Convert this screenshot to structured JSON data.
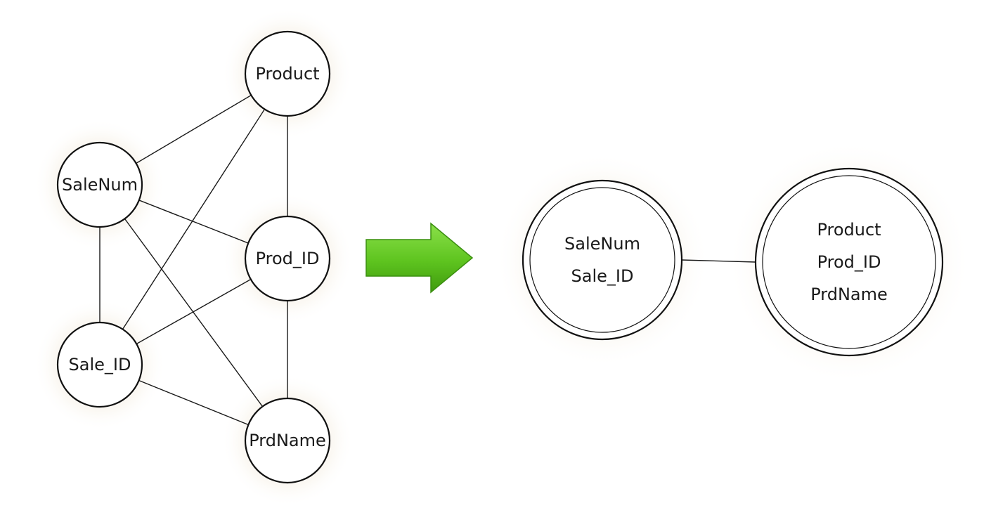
{
  "source_graph": {
    "nodes": [
      {
        "id": "product",
        "label": "Product"
      },
      {
        "id": "salenum",
        "label": "SaleNum"
      },
      {
        "id": "prod_id",
        "label": "Prod_ID"
      },
      {
        "id": "sale_id",
        "label": "Sale_ID"
      },
      {
        "id": "prdname",
        "label": "PrdName"
      }
    ],
    "edges": [
      [
        "salenum",
        "product"
      ],
      [
        "sale_id",
        "product"
      ],
      [
        "prod_id",
        "product"
      ],
      [
        "salenum",
        "prod_id"
      ],
      [
        "salenum",
        "sale_id"
      ],
      [
        "salenum",
        "prdname"
      ],
      [
        "sale_id",
        "prod_id"
      ],
      [
        "sale_id",
        "prdname"
      ],
      [
        "prod_id",
        "prdname"
      ]
    ]
  },
  "arrow": {
    "color": "#5ec41f",
    "icon": "right-arrow-icon"
  },
  "result_graph": {
    "nodes": [
      {
        "id": "group_sale",
        "labels": [
          "SaleNum",
          "Sale_ID"
        ]
      },
      {
        "id": "group_product",
        "labels": [
          "Product",
          "Prod_ID",
          "PrdName"
        ]
      }
    ],
    "edges": [
      [
        "group_sale",
        "group_product"
      ]
    ]
  }
}
